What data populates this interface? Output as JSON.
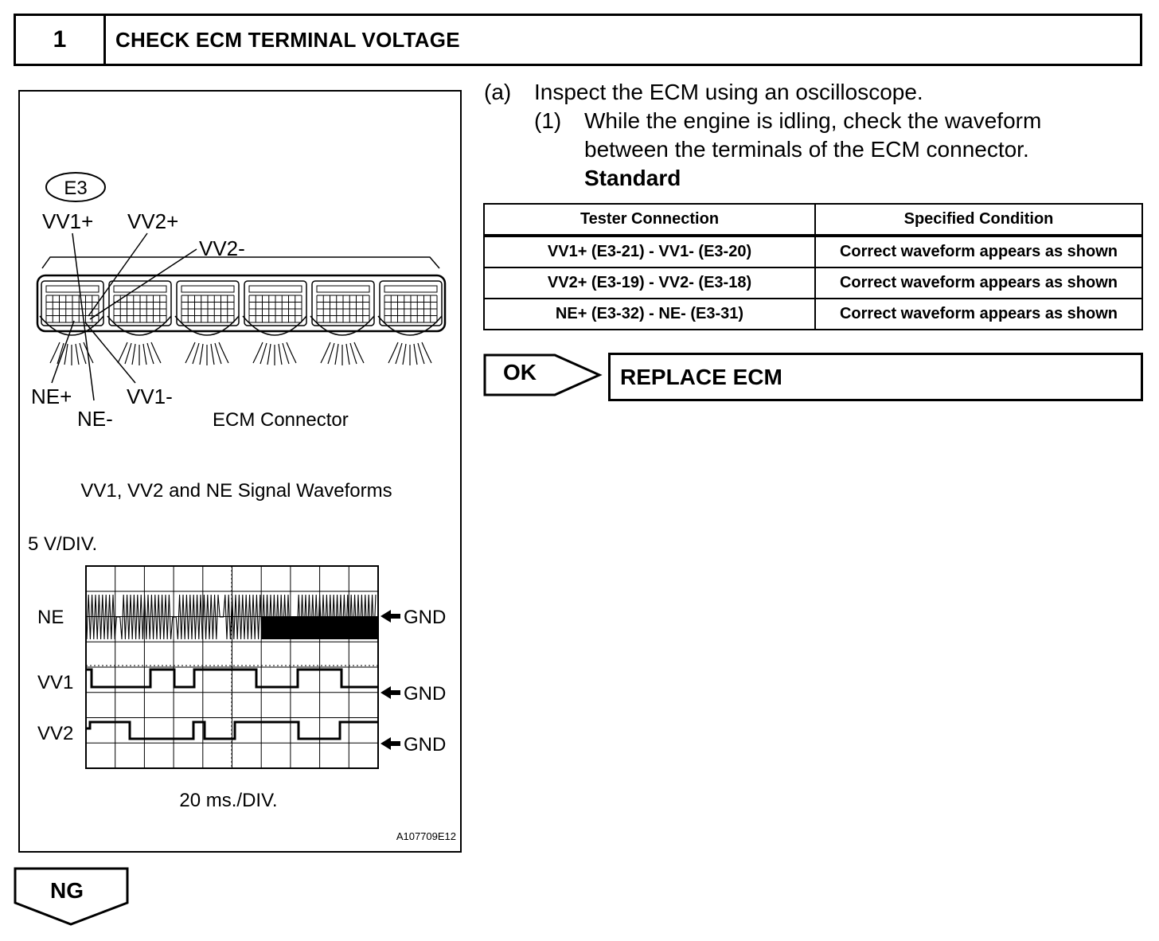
{
  "step": {
    "number": "1",
    "title": "CHECK ECM TERMINAL VOLTAGE"
  },
  "figure": {
    "connector_id": "E3",
    "pin_labels": {
      "vv1_plus": "VV1+",
      "vv2_plus": "VV2+",
      "vv2_minus": "VV2-",
      "ne_plus": "NE+",
      "ne_minus": "NE-",
      "vv1_minus": "VV1-"
    },
    "connector_caption": "ECM Connector",
    "waveform_title": "VV1, VV2 and NE Signal Waveforms",
    "volts_per_div": "5 V/DIV.",
    "time_per_div": "20 ms./DIV.",
    "traces": [
      {
        "name": "NE",
        "ground": "GND"
      },
      {
        "name": "VV1",
        "ground": "GND"
      },
      {
        "name": "VV2",
        "ground": "GND"
      }
    ],
    "figure_code": "A107709E12"
  },
  "instructions": {
    "a_label": "(a)",
    "a_text": "Inspect the ECM using an oscilloscope.",
    "one_label": "(1)",
    "one_text": "While the engine is idling, check the waveform between the terminals of the ECM connector.",
    "standard": "Standard"
  },
  "table": {
    "headers": [
      "Tester Connection",
      "Specified Condition"
    ],
    "rows": [
      [
        "VV1+ (E3-21) - VV1- (E3-20)",
        "Correct waveform appears as shown"
      ],
      [
        "VV2+ (E3-19) - VV2- (E3-18)",
        "Correct waveform appears as shown"
      ],
      [
        "NE+ (E3-32) - NE- (E3-31)",
        "Correct waveform appears as shown"
      ]
    ]
  },
  "ok": {
    "label": "OK",
    "action": "REPLACE ECM"
  },
  "ng": {
    "label": "NG"
  }
}
